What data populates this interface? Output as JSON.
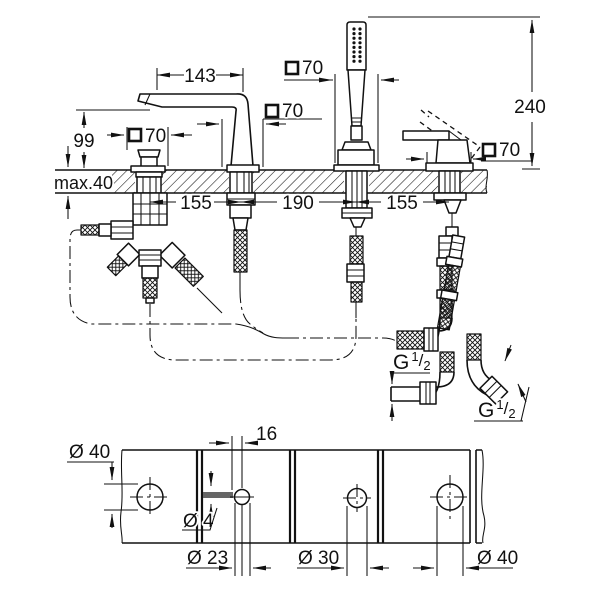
{
  "drawing": {
    "labels": {
      "reach": "143",
      "spout_height": "99",
      "max_deck": "max.40",
      "esc": "70",
      "total_height": "240",
      "spacing": [
        "155",
        "190",
        "155"
      ],
      "thread": {
        "g": "G",
        "num": "1",
        "slash": "/",
        "den": "2"
      },
      "hole1": "Ø 40",
      "offset16": "16",
      "pin": "Ø 4",
      "hole2": "Ø 23",
      "hole3": "Ø 30",
      "hole4": "Ø 40"
    }
  }
}
